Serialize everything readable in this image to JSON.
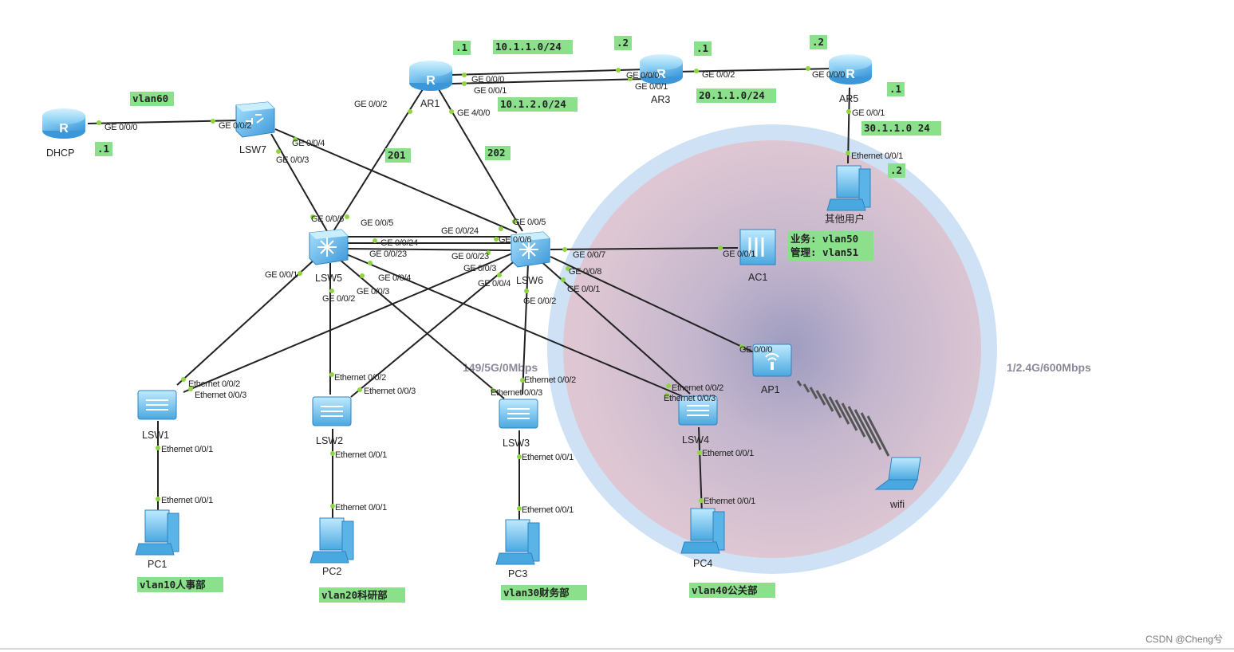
{
  "devices": {
    "dhcp": "DHCP",
    "ar1": "AR1",
    "ar3": "AR3",
    "ar5": "AR5",
    "lsw7": "LSW7",
    "lsw5": "LSW5",
    "lsw6": "LSW6",
    "ac1": "AC1",
    "ap1": "AP1",
    "lsw1": "LSW1",
    "lsw2": "LSW2",
    "lsw3": "LSW3",
    "lsw4": "LSW4",
    "pc1": "PC1",
    "pc2": "PC2",
    "pc3": "PC3",
    "pc4": "PC4",
    "other_users": "其他用户",
    "wifi": "wifi"
  },
  "ports": {
    "dhcp_ge000": "GE 0/0/0",
    "lsw7_ge002": "GE 0/0/2",
    "lsw7_ge004": "GE 0/0/4",
    "lsw7_ge003": "GE 0/0/3",
    "ar1_ge000": "GE 0/0/0",
    "ar1_ge001": "GE 0/0/1",
    "ar1_ge002": "GE 0/0/2",
    "ar1_ge400": "GE 4/0/0",
    "ar3_ge000": "GE 0/0/0",
    "ar3_ge001": "GE 0/0/1",
    "ar3_ge002": "GE 0/0/2",
    "ar5_ge000": "GE 0/0/0",
    "ar5_ge001": "GE 0/0/1",
    "other_eth001": "Ethernet 0/0/1",
    "lsw5_ge006": "GE 0/0/6",
    "lsw5_ge005": "GE 0/0/5",
    "lsw5_ge0024": "GE 0/0/24",
    "lsw5_ge0023": "GE 0/0/23",
    "lsw5_ge001": "GE 0/0/1",
    "lsw5_ge004": "GE 0/0/4",
    "lsw5_ge003": "GE 0/0/3",
    "lsw5_ge002": "GE 0/0/2",
    "lsw6_ge005": "GE 0/0/5",
    "lsw6_ge0024": "GE 0/0/24",
    "lsw6_ge006": "GE 0/0/6",
    "lsw6_ge0023": "GE 0/0/23",
    "lsw6_ge003": "GE 0/0/3",
    "lsw6_ge004": "GE 0/0/4",
    "lsw6_ge002": "GE 0/0/2",
    "lsw6_ge007": "GE 0/0/7",
    "lsw6_ge008": "GE 0/0/8",
    "lsw6_ge001": "GE 0/0/1",
    "ac1_ge001": "GE 0/0/1",
    "ap1_ge000": "GE 0/0/0",
    "lsw1_eth002": "Ethernet 0/0/2",
    "lsw1_eth003": "Ethernet 0/0/3",
    "lsw1_eth001": "Ethernet 0/0/1",
    "pc1_eth001": "Ethernet 0/0/1",
    "lsw2_eth002": "Ethernet 0/0/2",
    "lsw2_eth003": "Ethernet 0/0/3",
    "lsw2_eth001": "Ethernet 0/0/1",
    "pc2_eth001": "Ethernet 0/0/1",
    "lsw3_eth002": "Ethernet 0/0/2",
    "lsw3_eth003": "Ethernet 0/0/3",
    "lsw3_eth001": "Ethernet 0/0/1",
    "pc3_eth001": "Ethernet 0/0/1",
    "lsw4_eth002": "Ethernet 0/0/2",
    "lsw4_eth003": "Ethernet 0/0/3",
    "lsw4_eth001": "Ethernet 0/0/1",
    "pc4_eth001": "Ethernet 0/0/1"
  },
  "notes": {
    "vlan60": "vlan60",
    "dhcp_ip": ".1",
    "ar1_ip": ".1",
    "net_10_1_1": "10.1.1.0/24",
    "ar3_ip_left": ".2",
    "ar3_ip_right": ".1",
    "ar5_ip_left": ".2",
    "net_10_1_2": "10.1.2.0/24",
    "net_20_1_1": "20.1.1.0/24",
    "ar5_ip_down": ".1",
    "net_30_1_1": "30.1.1.0 24",
    "other_ip": ".2",
    "vlan201": "201",
    "vlan202": "202",
    "ac_business": "业务: vlan50",
    "ac_manage": "管理: vlan51",
    "pc1_vlan": "vlan10人事部",
    "pc2_vlan": "vlan20科研部",
    "pc3_vlan": "vlan30财务部",
    "pc4_vlan": "vlan40公关部"
  },
  "wireless": {
    "speed_left": "149/5G/0Mbps",
    "speed_right": "1/2.4G/600Mbps"
  },
  "watermark": "CSDN @Cheng兮",
  "colors": {
    "link": "#222222",
    "port_dot": "#8ed63f",
    "note_bg": "#8be08b",
    "device_blue": "#4aa8e0",
    "coverage_ring": "#cfe2f5",
    "coverage_fill": "#d7c2d2"
  }
}
